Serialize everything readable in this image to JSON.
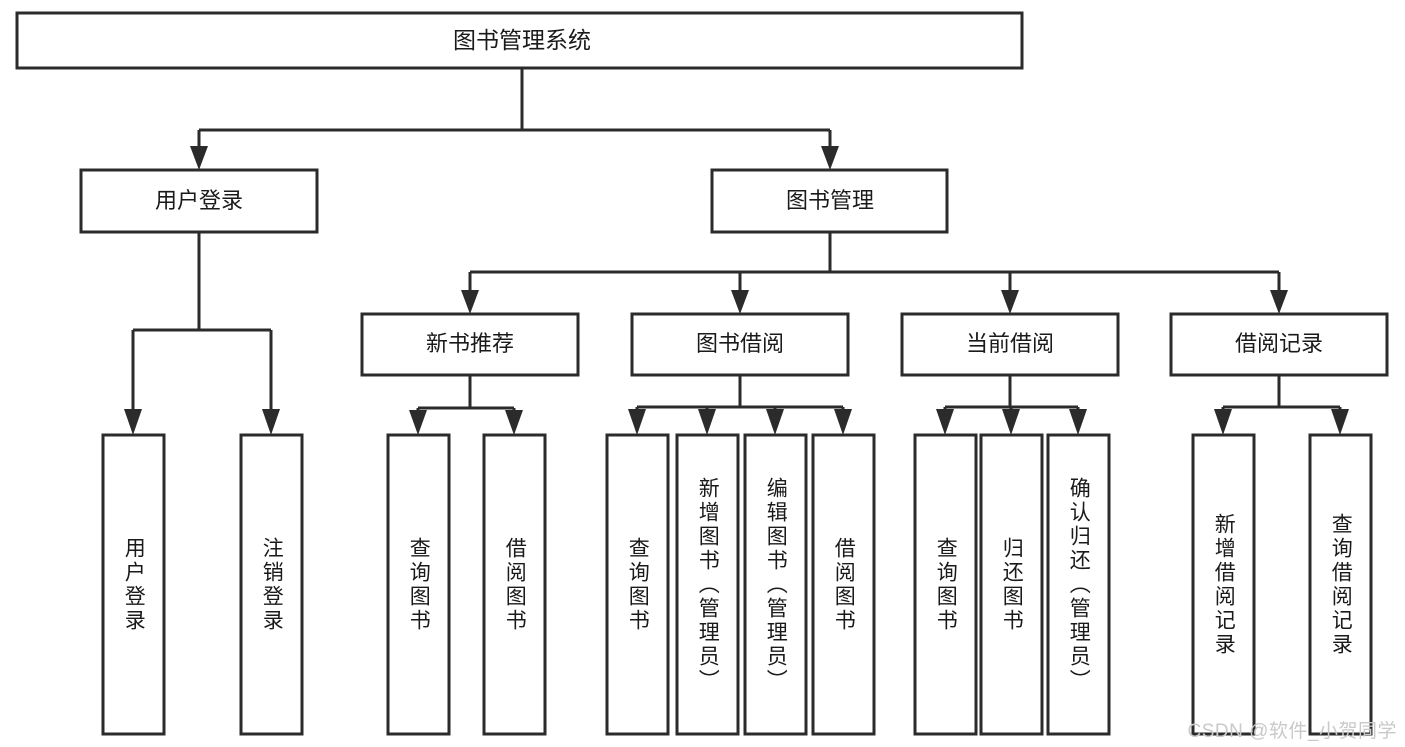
{
  "diagram": {
    "type": "tree-hierarchy",
    "title": "图书管理系统",
    "watermark": "CSDN @软件_小贺同学",
    "colors": {
      "stroke": "#2b2b2b",
      "fill": "#ffffff",
      "text": "#1a1a1a",
      "watermark": "#c9c9c9"
    },
    "levels": {
      "root": {
        "label": "图书管理系统"
      },
      "level2": [
        {
          "label": "用户登录"
        },
        {
          "label": "图书管理"
        }
      ],
      "level3": [
        {
          "label": "新书推荐"
        },
        {
          "label": "图书借阅"
        },
        {
          "label": "当前借阅"
        },
        {
          "label": "借阅记录"
        }
      ],
      "leaves": {
        "user_login": [
          {
            "label": "用户登录"
          },
          {
            "label": "注销登录"
          }
        ],
        "new_book": [
          {
            "label": "查询图书"
          },
          {
            "label": "借阅图书"
          }
        ],
        "book_borrow": [
          {
            "label": "查询图书"
          },
          {
            "label": "新增图书（管理员）"
          },
          {
            "label": "编辑图书（管理员）"
          },
          {
            "label": "借阅图书"
          }
        ],
        "current_borrow": [
          {
            "label": "查询图书"
          },
          {
            "label": "归还图书"
          },
          {
            "label": "确认归还（管理员）"
          }
        ],
        "borrow_record": [
          {
            "label": "新增借阅记录"
          },
          {
            "label": "查询借阅记录"
          }
        ]
      }
    }
  }
}
